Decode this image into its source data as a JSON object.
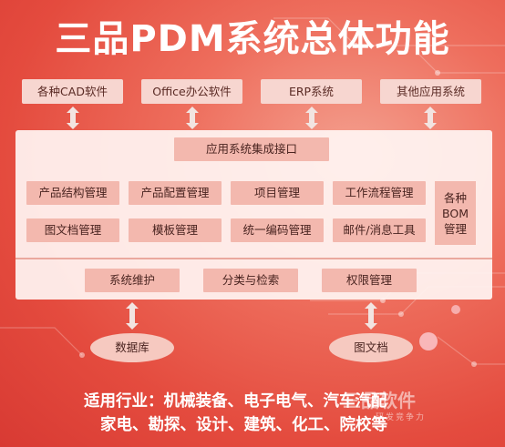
{
  "title": "三品PDM系统总体功能",
  "external_systems": [
    "各种CAD软件",
    "Office办公软件",
    "ERP系统",
    "其他应用系统"
  ],
  "integration_interface": "应用系统集成接口",
  "modules_row1": [
    "产品结构管理",
    "产品配置管理",
    "项目管理",
    "工作流程管理"
  ],
  "modules_row2": [
    "图文档管理",
    "模板管理",
    "统一编码管理",
    "邮件/消息工具"
  ],
  "bom_module": {
    "line1": "各种",
    "line2": "BOM",
    "line3": "管理"
  },
  "base_modules": [
    "系统维护",
    "分类与检索",
    "权限管理"
  ],
  "storage": [
    "数据库",
    "图文档"
  ],
  "industries": {
    "line1": "适用行业：机械装备、电子电气、汽车汽配",
    "line2": "家电、勘探、设计、建筑、化工、院校等"
  },
  "watermark": {
    "brand": "三品软件",
    "slogan": "研发竞争力"
  }
}
